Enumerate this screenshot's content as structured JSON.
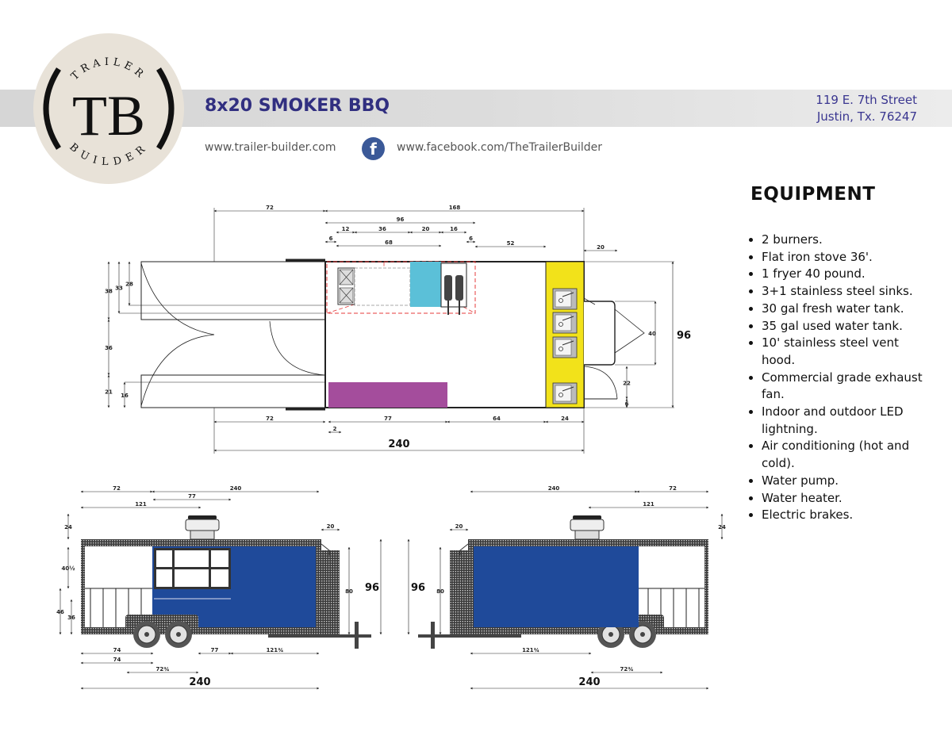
{
  "header": {
    "title": "8x20 SMOKER BBQ",
    "address_line1": "119 E. 7th Street",
    "address_line2": "Justin, Tx. 76247",
    "website": "www.trailer-builder.com",
    "facebook_url": "www.facebook.com/TheTrailerBuilder",
    "facebook_icon": "facebook-icon"
  },
  "logo": {
    "top_text": "TRAILER",
    "monogram": "TB",
    "bottom_text": "BUILDER"
  },
  "equipment": {
    "heading": "EQUIPMENT",
    "items": [
      "2 burners.",
      "Flat iron stove 36'.",
      "1 fryer 40 pound.",
      "3+1 stainless steel sinks.",
      "30 gal fresh water tank.",
      "35 gal used water tank.",
      "10' stainless steel vent hood.",
      "Commercial grade exhaust fan.",
      "Indoor and outdoor LED lightning.",
      "Air conditioning (hot and cold).",
      "Water pump.",
      "Water heater.",
      "Electric brakes."
    ]
  },
  "colors": {
    "title": "#312f80",
    "sinks_area": "#f2e21a",
    "counter": "#a44d9c",
    "fridge": "#5bc0d8",
    "body": "#1f4a9a"
  },
  "floor_plan": {
    "dimensions": [
      "72",
      "168",
      "96",
      "12",
      "36",
      "20",
      "16",
      "6",
      "68",
      "6",
      "52",
      "20",
      "72",
      "77",
      "64",
      "24",
      "2",
      "240",
      "38",
      "33",
      "28",
      "36",
      "21",
      "16",
      "40",
      "96",
      "22",
      "6"
    ]
  },
  "side_view_left": {
    "dimensions": [
      "72",
      "240",
      "77",
      "121",
      "20",
      "74",
      "74",
      "77",
      "121¾",
      "72¾",
      "240",
      "24",
      "40½",
      "46",
      "36",
      "80",
      "96"
    ]
  },
  "side_view_right": {
    "dimensions": [
      "72",
      "240",
      "121",
      "20",
      "121¾",
      "72¾",
      "240",
      "24",
      "80",
      "96"
    ]
  }
}
